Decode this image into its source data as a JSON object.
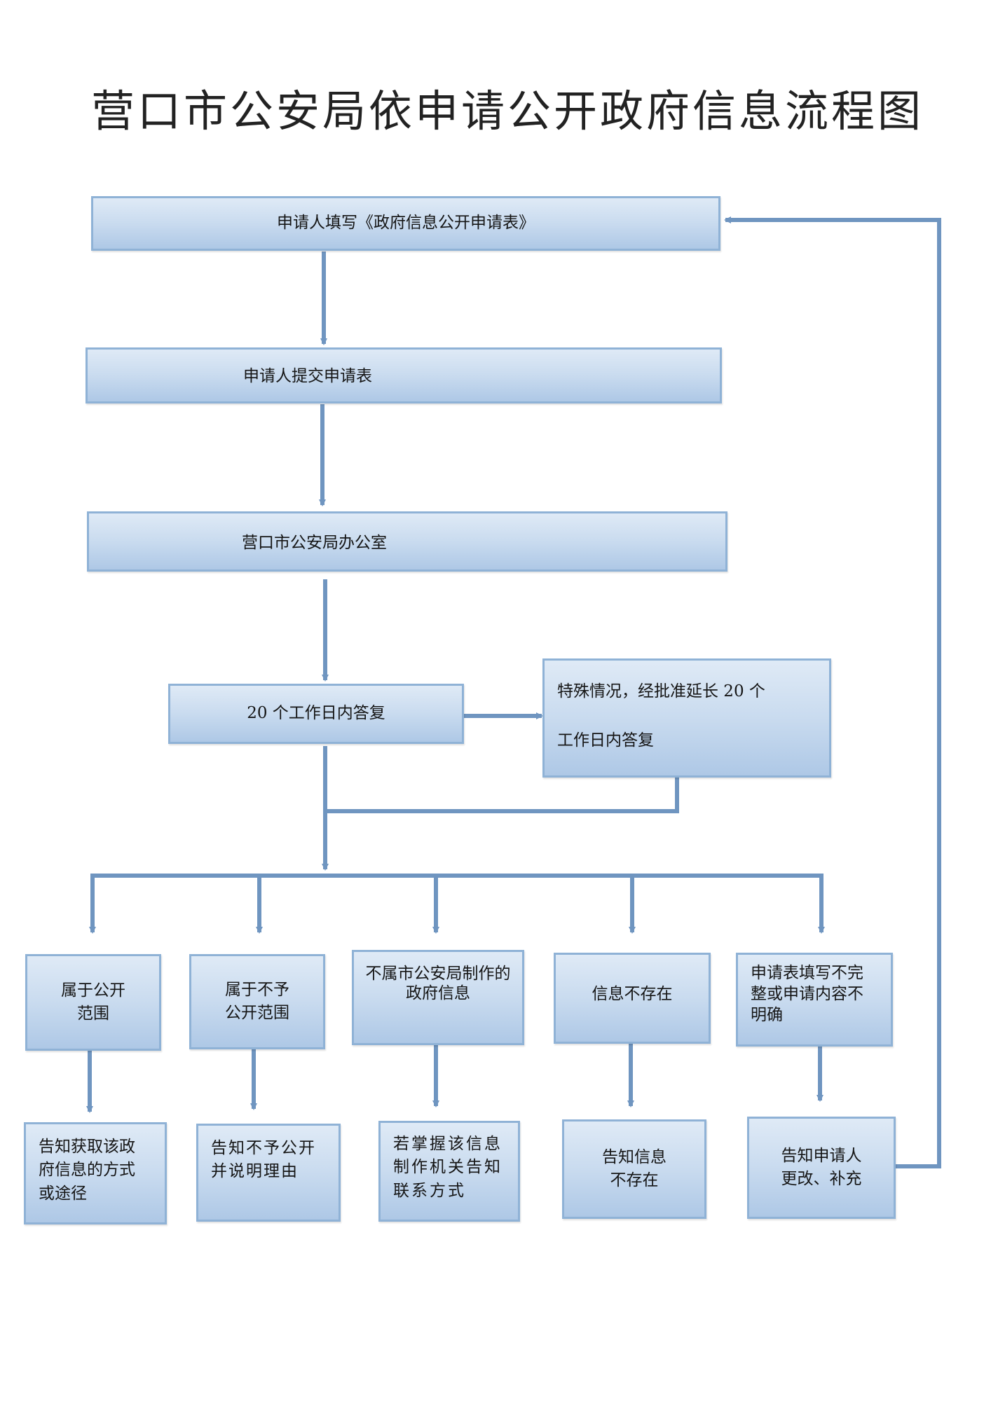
{
  "title": "营口市公安局依申请公开政府信息流程图",
  "colors": {
    "line": "#6f95c0",
    "box_border": "#8fb2d6",
    "box_fill_top": "#dfeaf6",
    "box_fill_bottom": "#aec8e6"
  },
  "steps": {
    "fill_form": "申请人填写《政府信息公开申请表》",
    "submit": "申请人提交申请表",
    "office": "营口市公安局办公室",
    "reply20": "20 个工作日内答复",
    "extension_line1": "特殊情况，经批准延长 20 个",
    "extension_line2": "工作日内答复"
  },
  "categories": [
    {
      "label": "属于公开\n范围",
      "result": "告知获取该政\n府信息的方式\n或途径"
    },
    {
      "label": "属于不予\n公开范围",
      "result": "告知不予公开\n并说明理由"
    },
    {
      "label": "不属市公安局制作的\n政府信息",
      "result": "若掌握该信息\n制作机关告知\n联系方式"
    },
    {
      "label": "信息不存在",
      "result": "告知信息\n不存在"
    },
    {
      "label": "申请表填写不完\n整或申请内容不\n明确",
      "result": "告知申请人\n更改、补充"
    }
  ]
}
